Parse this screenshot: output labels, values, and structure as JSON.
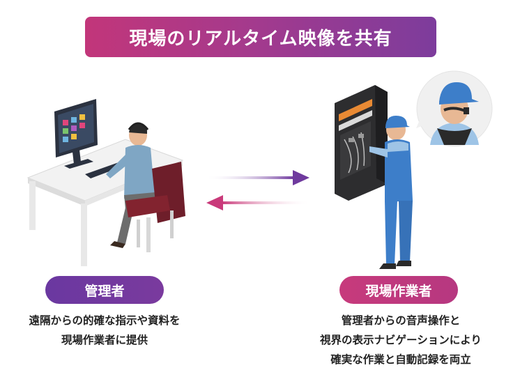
{
  "title": "現場のリアルタイム映像を共有",
  "manager": {
    "label": "管理者",
    "desc": [
      "遠隔からの的確な指示や資料を",
      "現場作業者に提供"
    ]
  },
  "worker": {
    "label": "現場作業者",
    "desc": [
      "管理者からの音声操作と",
      "視界の表示ナビゲーションにより",
      "確実な作業と自動記録を両立"
    ]
  },
  "colors": {
    "manager_accent": "#6a38a0",
    "worker_accent": "#c73a7c",
    "arrow_right": "#6f3a9e",
    "arrow_left": "#c93a7a"
  },
  "icons": [
    "desk-workstation-illustration",
    "electrical-panel-illustration",
    "worker-closeup-circle",
    "arrow-right-icon",
    "arrow-left-icon"
  ]
}
